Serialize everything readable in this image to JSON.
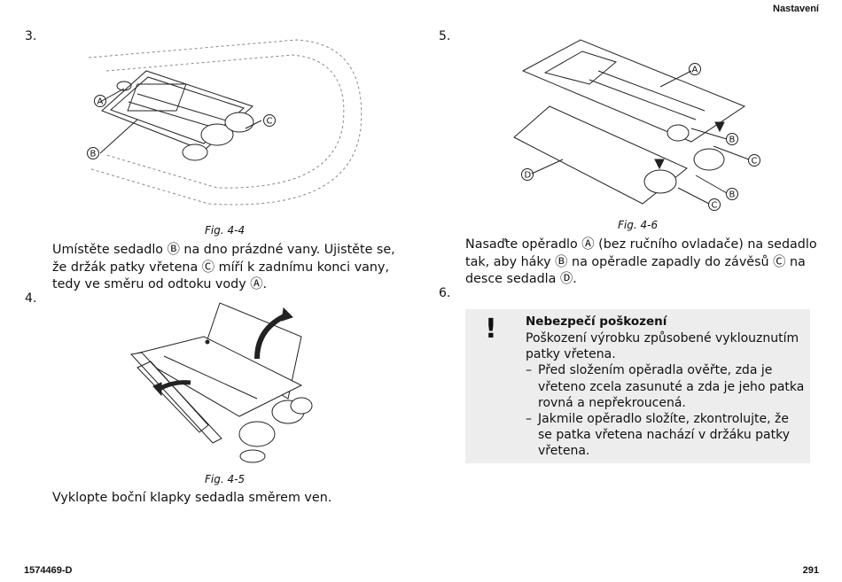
{
  "header": {
    "section": "Nastavení"
  },
  "footer": {
    "doc_number": "1574469-D",
    "page_number": "291"
  },
  "left": {
    "step3": {
      "number": "3.",
      "fig_caption": "Fig. 4-4",
      "lines": [
        "Umístěte sedadlo Ⓑ na dno prázdné vany. Ujistěte se,",
        "že držák patky vřetena Ⓒ míří k zadnímu konci vany,",
        "tedy ve směru od odtoku vody Ⓐ."
      ]
    },
    "step4": {
      "number": "4.",
      "fig_caption": "Fig. 4-5",
      "lines": [
        "Vyklopte boční klapky sedadla směrem ven."
      ]
    },
    "fig44_labels": {
      "a": "A",
      "b": "B",
      "c": "C"
    }
  },
  "right": {
    "step5": {
      "number": "5.",
      "fig_caption": "Fig. 4-6",
      "lines": [
        "Nasaďte opěradlo Ⓐ (bez ručního ovladače) na sedadlo",
        "tak, aby háky Ⓑ na opěradle zapadly do závěsů Ⓒ na",
        "desce sedadla Ⓓ."
      ]
    },
    "step6": {
      "number": "6."
    },
    "fig46_labels": {
      "a": "A",
      "b": "B",
      "c": "C",
      "d": "D"
    },
    "warning": {
      "symbol": "!",
      "title": "Nebezpečí poškození",
      "intro": [
        "Poškození výrobku způsobené vyklouznutím",
        "patky vřetena."
      ],
      "dash": "–",
      "items": [
        [
          "Před složením opěradla ověřte, zda je",
          "vřeteno zcela zasunuté a zda je jeho patka",
          "rovná a nepřekroucená."
        ],
        [
          "Jakmile opěradlo složíte, zkontrolujte, že",
          "se patka vřetena nachází v držáku patky",
          "vřetena."
        ]
      ]
    }
  }
}
